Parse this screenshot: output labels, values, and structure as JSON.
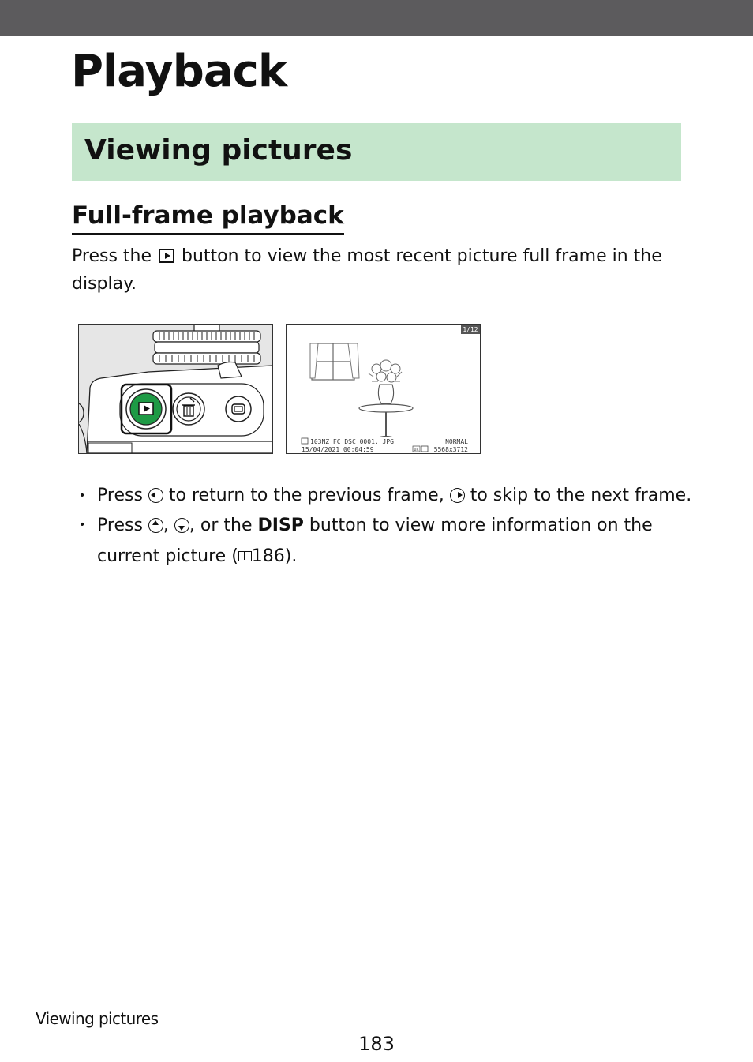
{
  "chapter_title": "Playback",
  "section_title": "Viewing pictures",
  "subsection_title": "Full-frame playback",
  "intro": {
    "before": "Press the",
    "icon": "playback-button-icon",
    "after": "button to view the most recent picture full frame in the display."
  },
  "figure_screen": {
    "frame_counter": "1/12",
    "folder_file": "103NZ_FC  DSC_0001. JPG",
    "quality": "NORMAL",
    "datetime": "15/04/2021  00:04:59",
    "size_tag": "DX",
    "image_size": "5568x3712"
  },
  "bullets": [
    {
      "press": "Press",
      "icon_left": "multi-selector-left-icon",
      "mid": "to return to the previous frame,",
      "icon_right": "multi-selector-right-icon",
      "end": "to skip to the next frame."
    },
    {
      "press": "Press",
      "icon_up": "multi-selector-up-icon",
      "comma": ",",
      "icon_down": "multi-selector-down-icon",
      "or_the": ", or the",
      "disp": "DISP",
      "rest": "button to view more information on the current picture (",
      "ref_icon": "book-reference-icon",
      "ref_page": "186",
      "close": ")."
    }
  ],
  "footer": {
    "section": "Viewing pictures",
    "page_number": "183"
  },
  "colors": {
    "top_bar": "#5c5b5d",
    "section_band": "#c5e6cc",
    "playback_button_green": "#1e9a45"
  }
}
